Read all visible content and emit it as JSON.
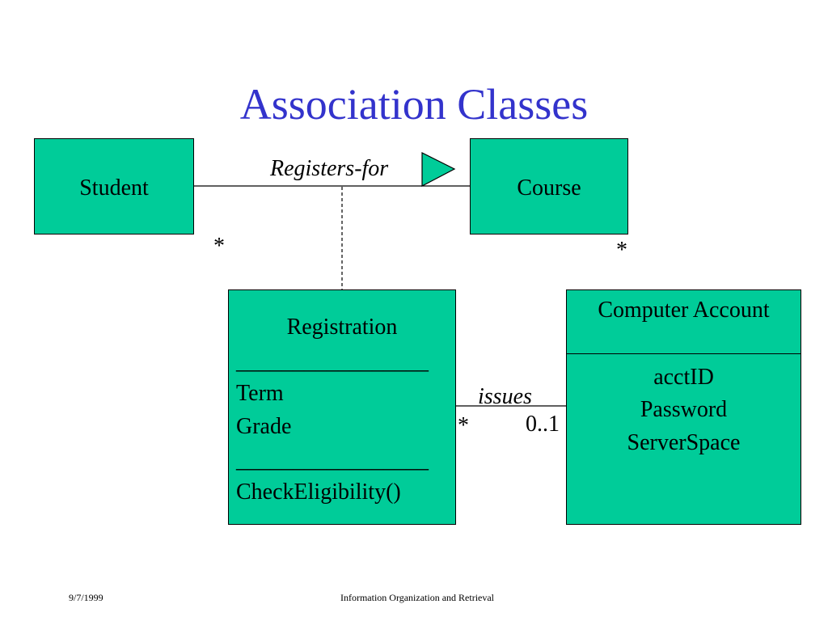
{
  "slide": {
    "title": "Association Classes",
    "footer_date": "9/7/1999",
    "footer_center": "Information Organization and Retrieval"
  },
  "colors": {
    "class_fill": "#00cc99",
    "title": "#3333cc"
  },
  "classes": {
    "student": {
      "name": "Student"
    },
    "course": {
      "name": "Course"
    },
    "registration": {
      "name": "Registration",
      "separator": "_________________",
      "attributes": [
        "Term",
        "Grade"
      ],
      "operations": [
        "CheckEligibility()"
      ]
    },
    "computer_account": {
      "name": "Computer Account",
      "attributes": [
        "acctID",
        "Password",
        "ServerSpace"
      ]
    }
  },
  "associations": {
    "registers_for": {
      "label": "Registers-for",
      "student_multiplicity": "*",
      "course_multiplicity": "*"
    },
    "issues": {
      "label": "issues",
      "registration_multiplicity": "*",
      "account_multiplicity": "0..1"
    }
  }
}
